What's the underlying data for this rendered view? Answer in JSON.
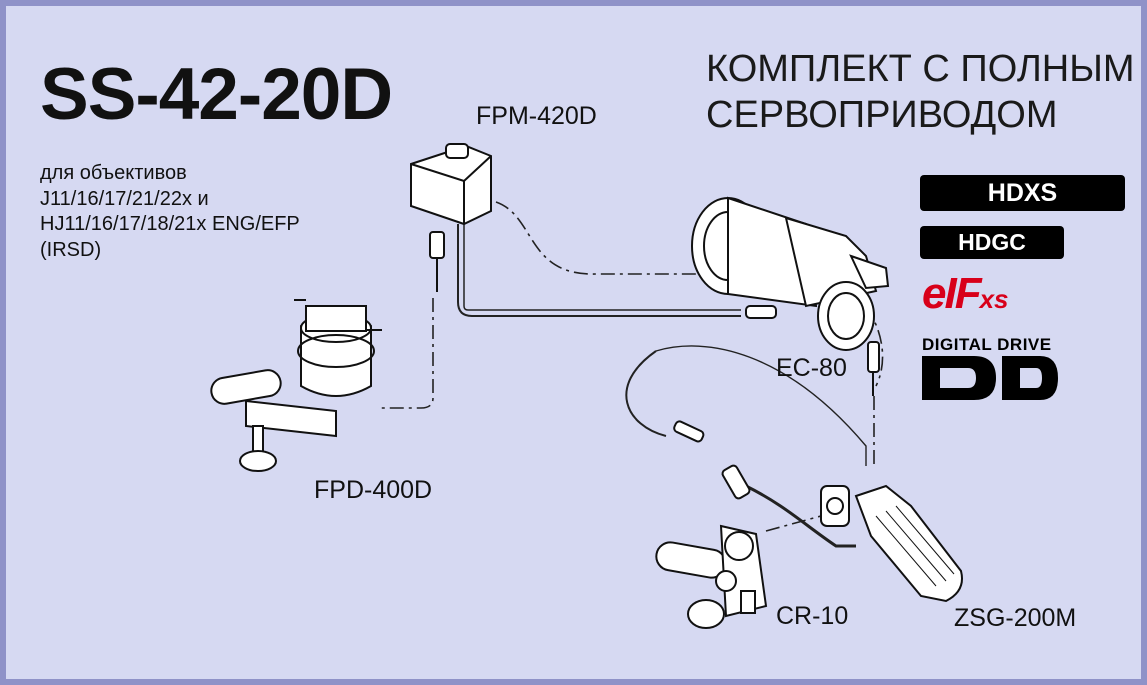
{
  "title": "SS-42-20D",
  "heading": [
    "КОМПЛЕКТ С ПОЛНЫМ",
    "СЕРВОПРИВОДОМ"
  ],
  "description": [
    "для объективов",
    "J11/16/17/21/22x и",
    "HJ11/16/17/18/21x ENG/EFP",
    "(IRSD)"
  ],
  "components": {
    "fpm": "FPM-420D",
    "ec": "EC-80",
    "fpd": "FPD-400D",
    "cr": "CR-10",
    "zsg": "ZSG-200M"
  },
  "badges": {
    "hdxs": "HDXS",
    "hdgc": "HDGC",
    "eif": "eIF",
    "eif_suffix": "xs",
    "dd_caption": "DIGITAL DRIVE",
    "dd": "DD"
  },
  "colors": {
    "page_border": "#8f92c8",
    "background": "#d6d9f2",
    "text": "#111111",
    "eif_red": "#d8001a"
  }
}
